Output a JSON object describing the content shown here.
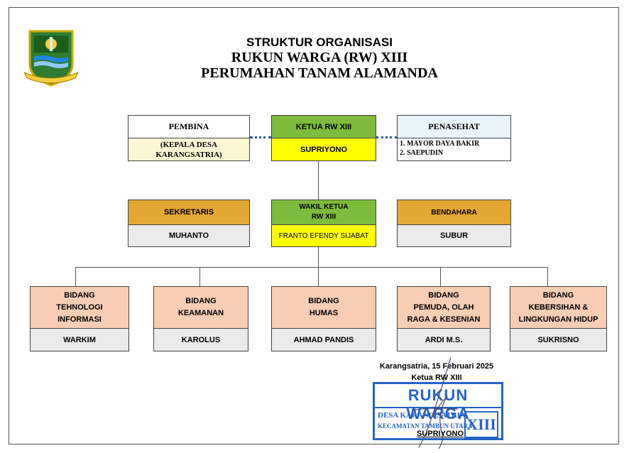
{
  "title": {
    "line1": "STRUKTUR ORGANISASI",
    "line2": "RUKUN WARGA (RW) XIII",
    "line3": "PERUMAHAN TANAM ALAMANDA"
  },
  "logo": {
    "icon": "west-java-crest-icon"
  },
  "colors": {
    "green": "#7dbb3c",
    "yellow": "#ffff00",
    "cream": "#fbf7d3",
    "light_blue": "#eaf4fb",
    "gold": "#e3a733",
    "gray": "#eaeaea",
    "peach": "#f7cdb3",
    "stamp_blue": "#2563c9"
  },
  "row1": {
    "pembina": {
      "title": "PEMBINA",
      "value": "(KEPALA DESA KARANGSATRIA)"
    },
    "ketua": {
      "title": "KETUA RW XIII",
      "value": "SUPRIYONO"
    },
    "penasehat": {
      "title": "PENASEHAT",
      "items": [
        "1. MAYOR DAYA BAKIR",
        "2. SAEPUDIN"
      ]
    }
  },
  "row2": {
    "sekretaris": {
      "title": "SEKRETARIS",
      "value": "MUHANTO"
    },
    "wakil": {
      "title_line1": "WAKIL KETUA",
      "title_line2": "RW XIII",
      "value": "FRANTO EFENDY SIJABAT"
    },
    "bendahara": {
      "title": "BENDAHARA",
      "value": "SUBUR"
    }
  },
  "bidang": [
    {
      "lines": [
        "BIDANG",
        "TEHNOLOGI",
        "INFORMASI"
      ],
      "value": "WARKIM"
    },
    {
      "lines": [
        "BIDANG",
        "KEAMANAN"
      ],
      "value": "KAROLUS"
    },
    {
      "lines": [
        "BIDANG",
        "HUMAS"
      ],
      "value": "AHMAD PANDIS"
    },
    {
      "lines": [
        "BIDANG",
        "PEMUDA, OLAH",
        "RAGA & KESENIAN"
      ],
      "value": "ARDI M.S."
    },
    {
      "lines": [
        "BIDANG",
        "KEBERSIHAN &",
        "LINGKUNGAN HIDUP"
      ],
      "value": "SUKRISNO"
    }
  ],
  "signature": {
    "place_date": "Karangsatria, 15 Februari 2025",
    "role": "Ketua RW XIII",
    "name": "SUPRIYONO"
  },
  "stamp": {
    "line1": "RUKUN WARGA",
    "line2": "DESA KARANG SATRIA",
    "line3": "KECAMATAN TAMBUN UTARA",
    "number": "XIII"
  }
}
